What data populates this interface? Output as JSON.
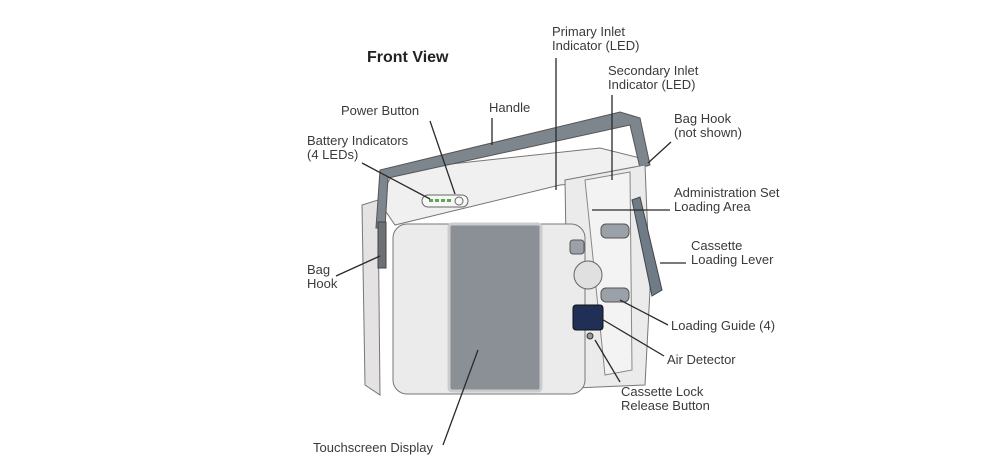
{
  "title": "Front View",
  "labels": {
    "primary_inlet": [
      "Primary Inlet",
      "Indicator (LED)"
    ],
    "secondary_inlet": [
      "Secondary Inlet",
      "Indicator (LED)"
    ],
    "power_button": "Power Button",
    "handle": "Handle",
    "battery": [
      "Battery Indicators",
      "(4 LEDs)"
    ],
    "bag_hook_right": [
      "Bag Hook",
      "(not shown)"
    ],
    "admin_set": [
      "Administration Set",
      "Loading Area"
    ],
    "cassette_lever": [
      "Cassette",
      "Loading Lever"
    ],
    "bag_hook_left": [
      "Bag",
      "Hook"
    ],
    "loading_guide": "Loading Guide (4)",
    "air_detector": "Air Detector",
    "cassette_lock": [
      "Cassette Lock",
      "Release Button"
    ],
    "touchscreen": "Touchscreen Display"
  },
  "colors": {
    "handle": "#7d868d",
    "body": "#ecebeb",
    "screen": "#8a9095",
    "detector": "#1f2f55",
    "leader": "#2a2a2a"
  }
}
